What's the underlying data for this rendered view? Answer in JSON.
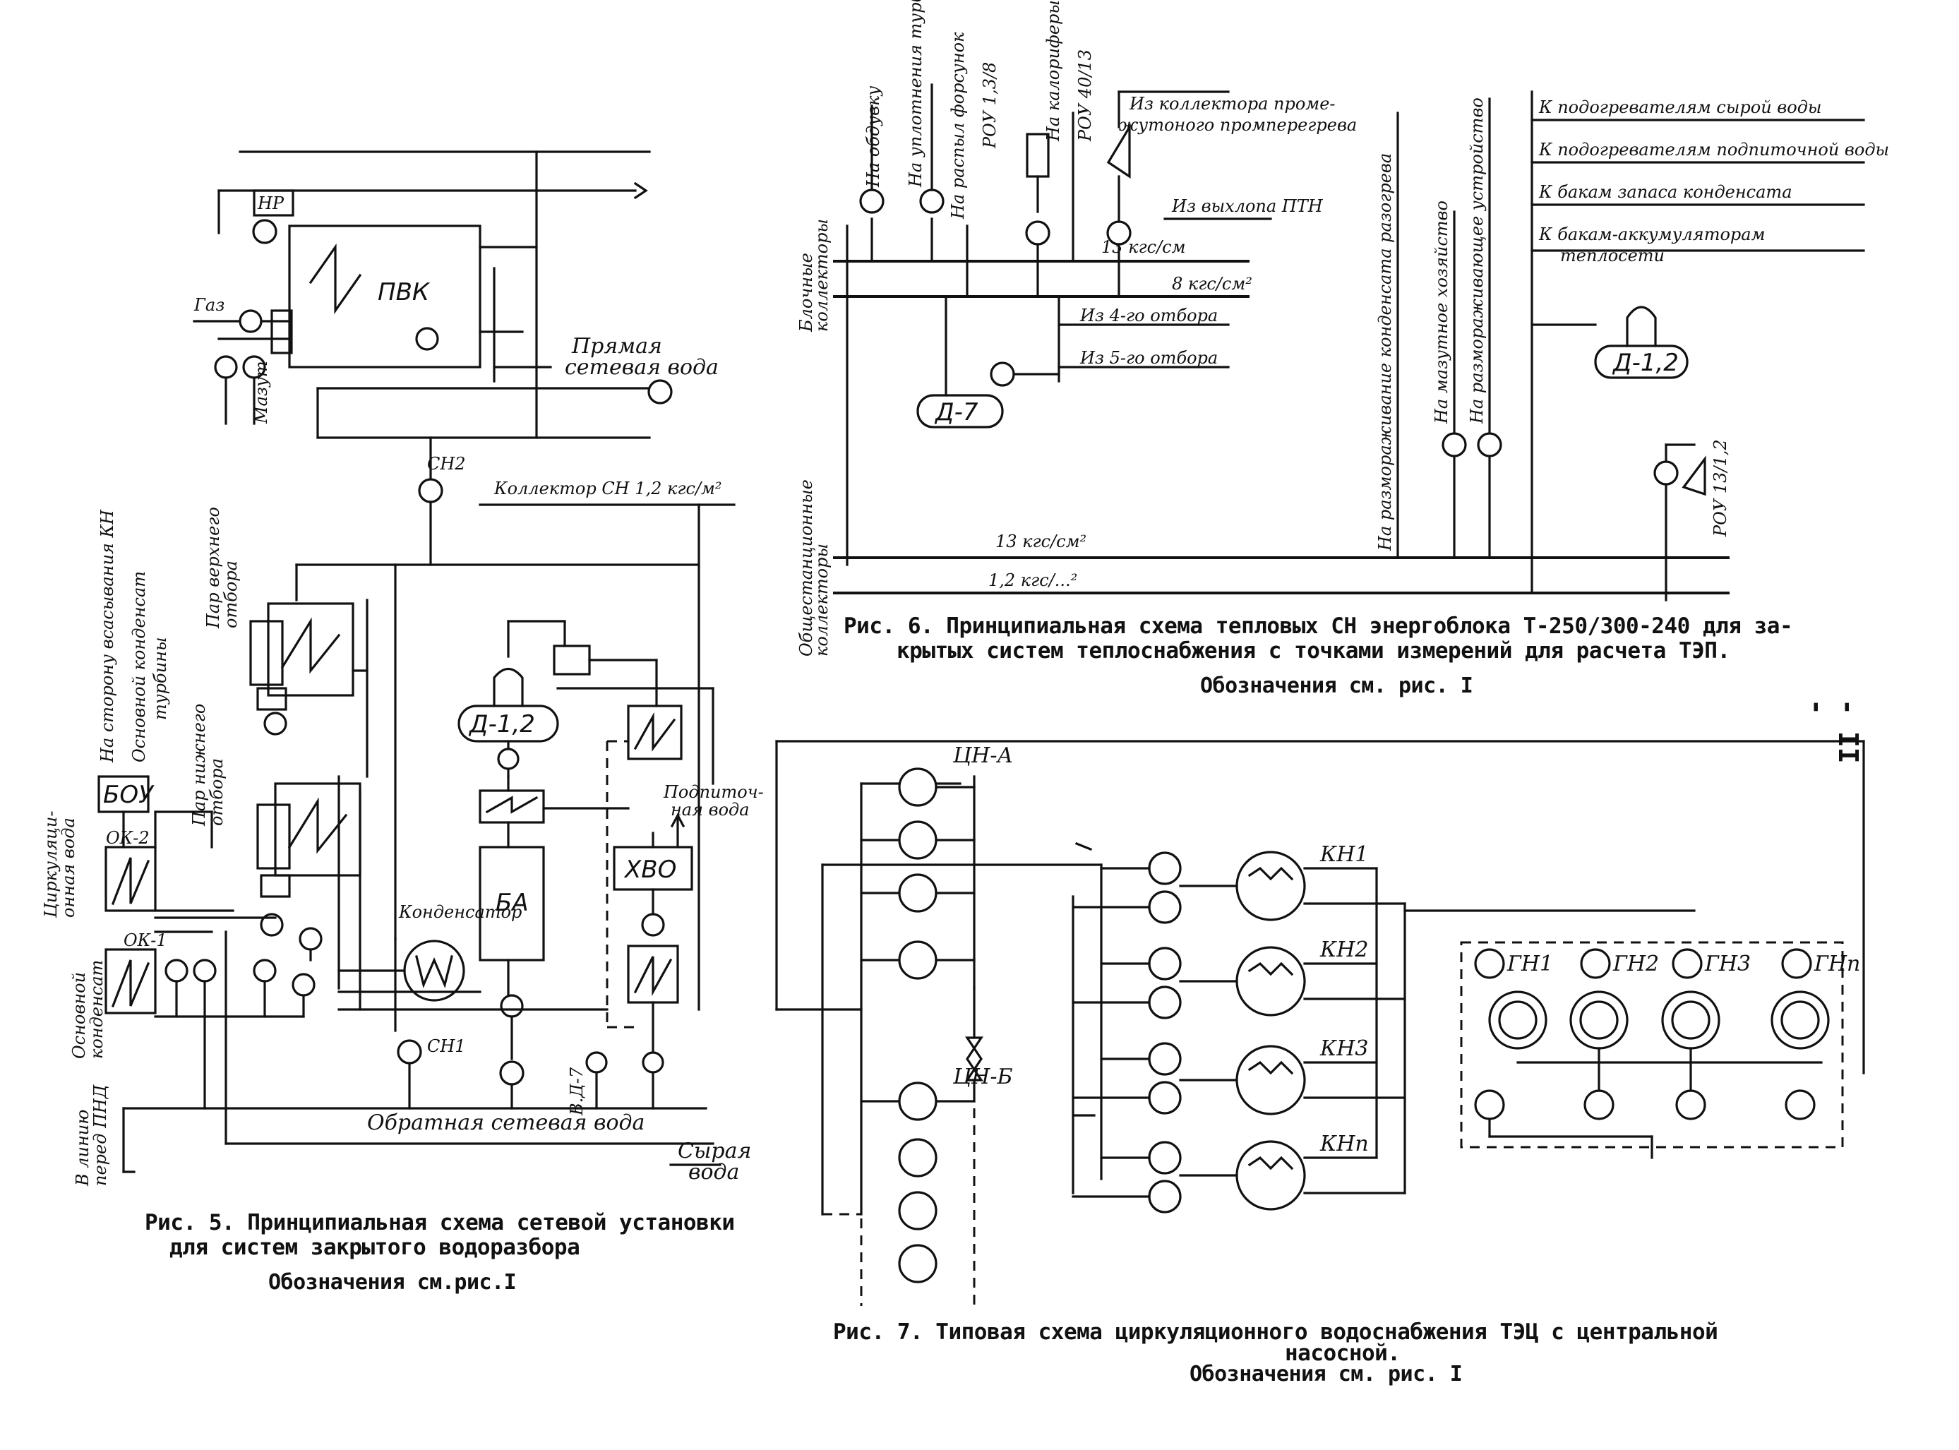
{
  "fig5": {
    "caption_line1": "Рис. 5. Принципиальная схема сетевой установки",
    "caption_line2": "для систем закрытого водоразбора",
    "caption_sub": "Обозначения см.рис.I",
    "labels": {
      "pvk": "ПВК",
      "np": "НР",
      "gas": "Газ",
      "mazut": "Мазут",
      "direct_water_1": "Прямая",
      "direct_water_2": "сетевая вода",
      "sn2": "СН2",
      "sn1": "СН1",
      "collector": "Коллектор СН 1,2 кгс/м²",
      "d12": "Д-1,2",
      "kondensator": "Конденсатор",
      "ba": "БА",
      "hvo": "ХВО",
      "bou": "БОУ",
      "ok1": "ОК-1",
      "ok2": "ОК-2",
      "podpit_1": "Подпиточ-",
      "podpit_2": "ная вода",
      "return_water": "Обратная сетевая вода",
      "raw_water_1": "Сырая",
      "raw_water_2": "вода",
      "vd7": "В.Д-7",
      "to_pnd_1": "В линию",
      "to_pnd_2": "перед ПНД",
      "main_cond_1": "Основной",
      "main_cond_2": "конденсат",
      "circ_1": "Циркуляци-",
      "circ_2": "онная вода",
      "upper_steam_1": "Пар верхнего",
      "upper_steam_2": "отбора",
      "lower_steam_1": "Пар нижнего",
      "lower_steam_2": "отбора",
      "vert_1": "На сторону всасывания КН",
      "vert_2": "Основной конденсат",
      "vert_3": "турбины"
    }
  },
  "fig6": {
    "caption_line1": "Рис. 6. Принципиальная схема тепловых СН энергоблока Т-250/300-240 для за-",
    "caption_line2": "крытых систем теплоснабжения с точками измерений для расчета ТЭП.",
    "caption_sub": "Обозначения см. рис. I",
    "labels": {
      "block_coll_1": "Блочные",
      "block_coll_2": "коллекторы",
      "common_coll_1": "Общестанционные",
      "common_coll_2": "коллекторы",
      "p13": "13 кгс/см",
      "p8": "8 кгс/см²",
      "p13b": "13 кгс/см²",
      "p12": "1,2 кгс/...²",
      "from_ptn": "Из выхлопа ПТН",
      "from_coll_1": "Из коллектора проме-",
      "from_coll_2": "жутоного промперегрева",
      "from_4": "Из 4-го отбора",
      "from_5": "Из 5-го отбора",
      "d7": "Д-7",
      "d12": "Д-1,2",
      "to_heaters_raw": "К подогревателям сырой воды",
      "to_heaters_feed": "К подогревателям подпиточной воды",
      "to_tanks": "К бакам запаса конденсата",
      "to_accum_1": "К бакам-аккумуляторам",
      "to_accum_2": "теплосети",
      "v_obduvku": "На обдувку",
      "v_uplot": "На уплотнения турбины",
      "v_rasp": "На распыл форсунок",
      "v_rou": "РОУ 1,3/8",
      "v_kal": "На калориферы",
      "v_rou2": "РОУ 40/13",
      "v_upl2": "На уплотнения",
      "v_raz": "На размораживание конденсата разогрева",
      "v_maz": "На мазутное хозяйство",
      "v_razm": "На размораживающее устройство",
      "v_rou3": "РОУ 13/1,2"
    }
  },
  "fig7": {
    "caption_line1": "Рис. 7. Типовая схема циркуляционного водоснабжения ТЭЦ с центральной",
    "caption_line2": "насосной.",
    "caption_sub": "Обозначения см. рис. I",
    "labels": {
      "tsna": "ЦН-А",
      "tsnb": "ЦН-Б",
      "kn1": "КН1",
      "kn2": "КН2",
      "kn3": "КН3",
      "knp": "КНп",
      "gn1": "ГН1",
      "gn2": "ГН2",
      "gn3": "ГН3",
      "gnp": "ГНп"
    }
  },
  "page_number": "- II -"
}
